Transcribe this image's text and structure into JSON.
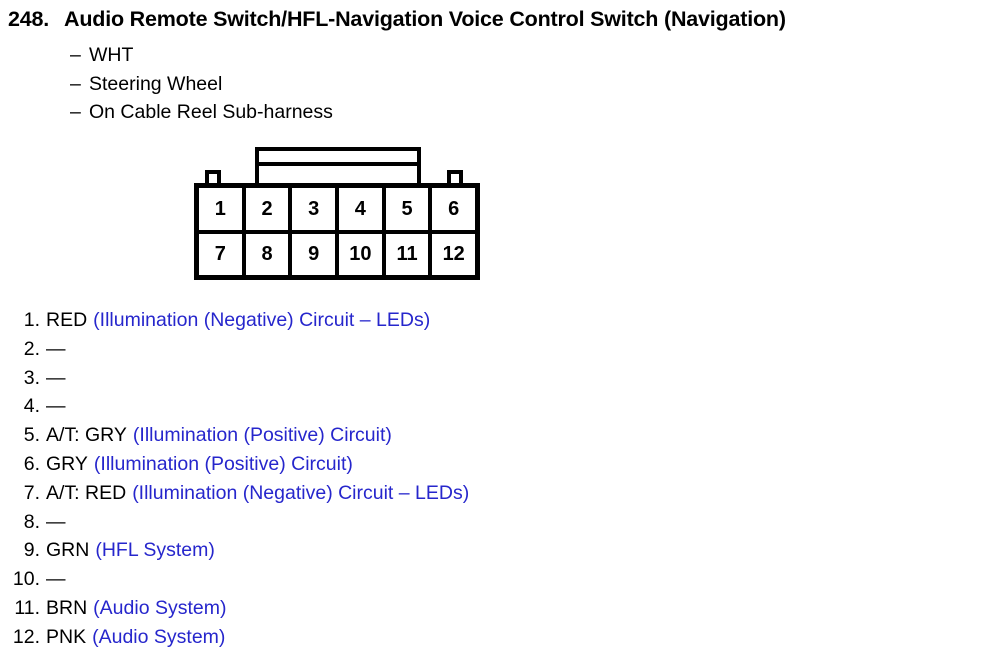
{
  "header": {
    "number": "248.",
    "title": "Audio Remote Switch/HFL-Navigation Voice Control Switch (Navigation)",
    "dash": "–",
    "subtitles": [
      "WHT",
      "Steering Wheel",
      "On Cable Reel Sub-harness"
    ]
  },
  "connector": {
    "name": "12-pin connector",
    "rows": [
      [
        "1",
        "2",
        "3",
        "4",
        "5",
        "6"
      ],
      [
        "7",
        "8",
        "9",
        "10",
        "11",
        "12"
      ]
    ]
  },
  "colors": {
    "circuit_text": "#2626cc",
    "body_text": "#000000",
    "background": "#ffffff"
  },
  "pin_list": [
    {
      "index": "1.",
      "wire": "RED",
      "circuit": "(Illumination (Negative) Circuit – LEDs)"
    },
    {
      "index": "2.",
      "wire": "—",
      "circuit": ""
    },
    {
      "index": "3.",
      "wire": "—",
      "circuit": ""
    },
    {
      "index": "4.",
      "wire": "—",
      "circuit": ""
    },
    {
      "index": "5.",
      "wire": "A/T: GRY",
      "circuit": "(Illumination (Positive) Circuit)"
    },
    {
      "index": "6.",
      "wire": "GRY",
      "circuit": "(Illumination (Positive) Circuit)"
    },
    {
      "index": "7.",
      "wire": "A/T: RED",
      "circuit": "(Illumination (Negative) Circuit – LEDs)"
    },
    {
      "index": "8.",
      "wire": "—",
      "circuit": ""
    },
    {
      "index": "9.",
      "wire": "GRN",
      "circuit": "(HFL System)"
    },
    {
      "index": "10.",
      "wire": "—",
      "circuit": ""
    },
    {
      "index": "11.",
      "wire": "BRN",
      "circuit": "(Audio System)"
    },
    {
      "index": "12.",
      "wire": "PNK",
      "circuit": "(Audio System)"
    }
  ]
}
